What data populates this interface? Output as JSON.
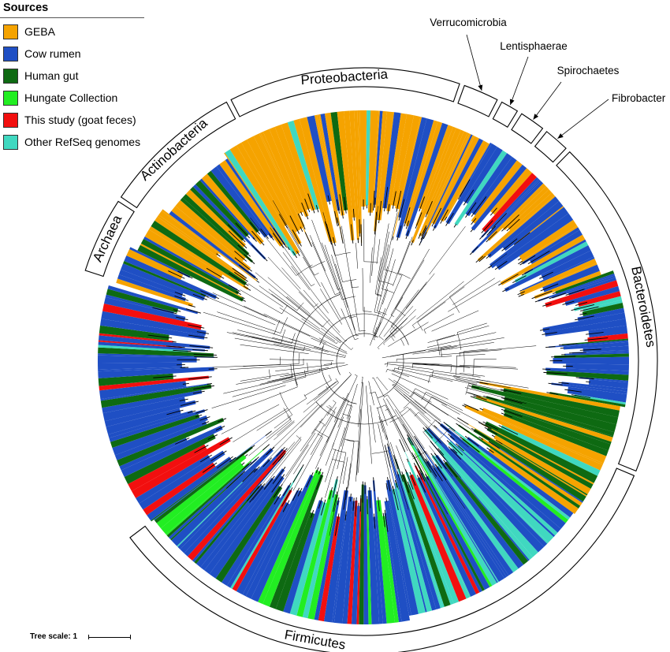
{
  "legend": {
    "title": "Sources",
    "items": [
      {
        "label": "GEBA",
        "color": "#F5A300"
      },
      {
        "label": "Cow rumen",
        "color": "#1F4FC4"
      },
      {
        "label": "Human gut",
        "color": "#0E6A12"
      },
      {
        "label": "Hungate Collection",
        "color": "#22EE22"
      },
      {
        "label": "This study (goat feces)",
        "color": "#F20F0F"
      },
      {
        "label": "Other RefSeq genomes",
        "color": "#40D8C0"
      }
    ]
  },
  "clades": [
    {
      "name": "Archaea"
    },
    {
      "name": "Actinobacteria"
    },
    {
      "name": "Proteobacteria"
    },
    {
      "name": "Verrucomicrobia"
    },
    {
      "name": "Lentisphaerae"
    },
    {
      "name": "Spirochaetes"
    },
    {
      "name": "Fibrobacter"
    },
    {
      "name": "Bacteroidetes"
    },
    {
      "name": "Firmicutes"
    }
  ],
  "scale": {
    "label": "Tree scale: 1"
  }
}
